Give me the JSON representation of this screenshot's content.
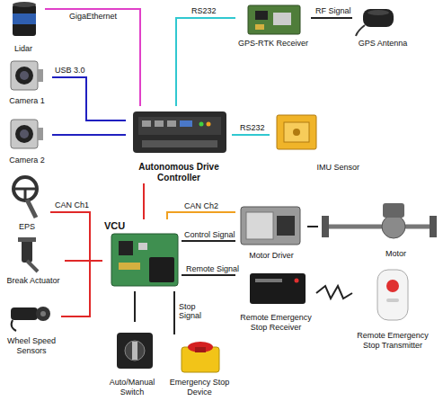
{
  "diagram": {
    "nodes": [
      {
        "text": [
          "Lidar"
        ]
      },
      {
        "text": [
          "GPS-RTK Receiver"
        ]
      },
      {
        "text": [
          "GPS Antenna"
        ]
      },
      {
        "text": [
          "Camera 1"
        ]
      },
      {
        "text": [
          "Camera 2"
        ]
      },
      {
        "text": [
          "Autonomous Drive Controller"
        ]
      },
      {
        "text": [
          "IMU Sensor"
        ]
      },
      {
        "text": [
          "EPS"
        ]
      },
      {
        "text": [
          "VCU"
        ]
      },
      {
        "text": [
          "Motor Driver"
        ]
      },
      {
        "text": [
          "Motor"
        ]
      },
      {
        "text": [
          "Break Actuator"
        ]
      },
      {
        "text": [
          "Remote Emergency Stop Receiver"
        ]
      },
      {
        "text": [
          "Remote Emergency Stop Transmitter"
        ]
      },
      {
        "text": [
          "Wheel Speed Sensors"
        ]
      },
      {
        "text": [
          "Auto/Manual Switch"
        ]
      },
      {
        "text": [
          "Emergency Stop Device"
        ]
      }
    ],
    "edges": [
      {
        "from": 0,
        "to": 5,
        "label": "GigaEthernet",
        "arrow": "none"
      },
      {
        "from": 3,
        "to": 5,
        "label": "USB 3.0",
        "arrow": "none"
      },
      {
        "from": 4,
        "to": 5,
        "arrow": "none"
      },
      {
        "from": 1,
        "to": 5,
        "label": "RS232",
        "arrow": "none"
      },
      {
        "from": 2,
        "to": 1,
        "label": "RF Signal",
        "arrow": "none"
      },
      {
        "from": 6,
        "to": 5,
        "label": "RS232",
        "arrow": "none"
      },
      {
        "from": 5,
        "to": 8,
        "arrow": "none"
      },
      {
        "from": 7,
        "to": 8,
        "label": "CAN Ch1",
        "arrow": "none"
      },
      {
        "from": 11,
        "to": 8,
        "arrow": "none"
      },
      {
        "from": 14,
        "to": 8,
        "arrow": "none"
      },
      {
        "from": 8,
        "to": 9,
        "label": "CAN Ch2",
        "arrow": "none"
      },
      {
        "from": 8,
        "to": 9,
        "label": "Control Signal",
        "arrow": "none"
      },
      {
        "from": 9,
        "to": 10,
        "arrow": "none"
      },
      {
        "from": 8,
        "to": 12,
        "label": "Remote Signal",
        "arrow": "none"
      },
      {
        "from": 12,
        "to": 13,
        "arrow": "none"
      },
      {
        "from": 8,
        "to": 15,
        "arrow": "none"
      },
      {
        "from": 8,
        "to": 16,
        "label": "Stop Signal",
        "arrow": "none"
      }
    ]
  }
}
